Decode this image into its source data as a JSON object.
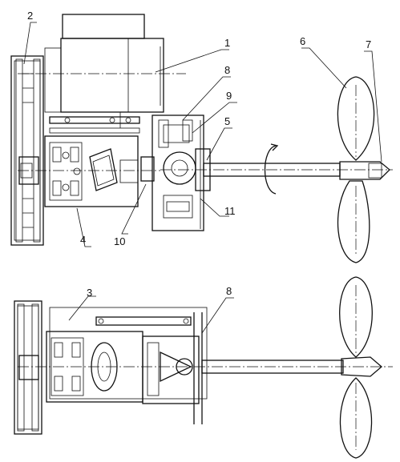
{
  "labels": {
    "l1": "1",
    "l2": "2",
    "l3": "3",
    "l4": "4",
    "l5": "5",
    "l6": "6",
    "l7": "7",
    "l8": "8",
    "l9": "9",
    "l10": "10",
    "l11": "11",
    "l8b": "8"
  }
}
